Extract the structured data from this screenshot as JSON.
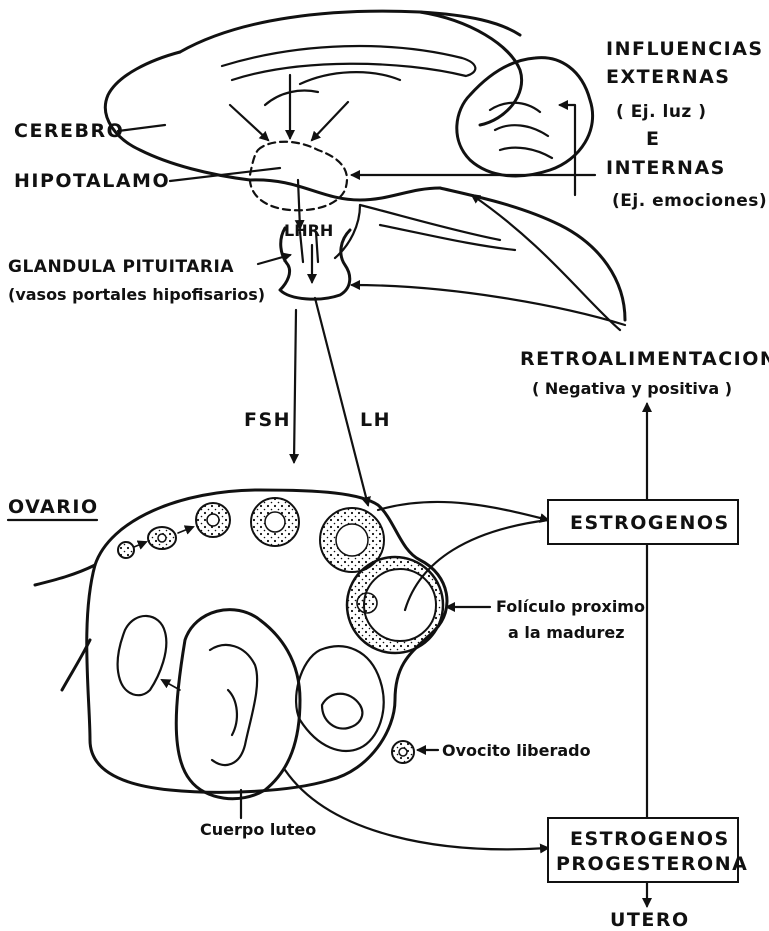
{
  "labels": {
    "cerebro": "CEREBRO",
    "hipotalamo": "HIPOTALAMO",
    "lhrh": "LHRH",
    "glandula": "GLANDULA PITUITARIA",
    "vasos": "(vasos portales hipofisarios)",
    "influencias_1": "INFLUENCIAS",
    "influencias_2": "EXTERNAS",
    "influencias_3": "( Ej. luz )",
    "influencias_4": "E",
    "influencias_5": "INTERNAS",
    "influencias_6": "(Ej. emociones)",
    "retro_1": "RETROALIMENTACION",
    "retro_2": "( Negativa y positiva )",
    "fsh": "FSH",
    "lh": "LH",
    "ovario": "OVARIO",
    "folicuo_1": "Folículo proximo",
    "folicuo_2": "a la madurez",
    "ovocito": "Ovocito liberado",
    "cuerpo_luteo": "Cuerpo luteo",
    "utero": "UTERO"
  },
  "boxes": {
    "estrogenos": "ESTROGENOS",
    "estrogenos2_1": "ESTROGENOS",
    "estrogenos2_2": "PROGESTERONA"
  },
  "colors": {
    "ink": "#111111",
    "background": "#ffffff"
  }
}
